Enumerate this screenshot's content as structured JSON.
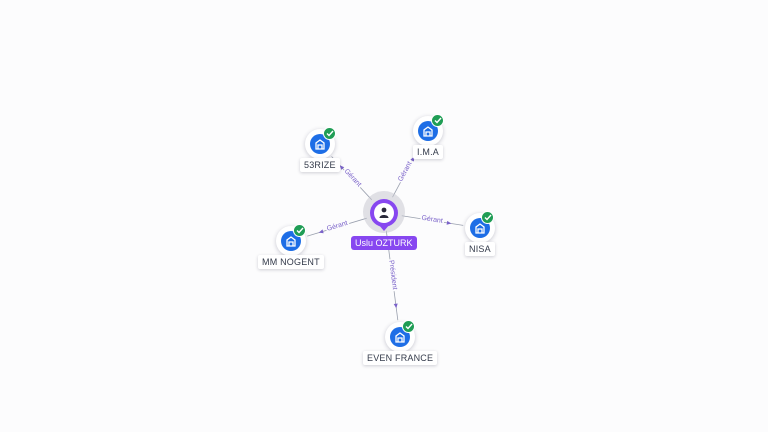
{
  "person": {
    "name": "Uslu OZTURK",
    "icon": "person-icon",
    "color": "#8747f0"
  },
  "companies": [
    {
      "id": "53rize",
      "name": "53RIZE",
      "role": "Gérant",
      "verified": true,
      "icon": "company-building-icon"
    },
    {
      "id": "ima",
      "name": "I.M.A",
      "role": "Gérant",
      "verified": true,
      "icon": "company-building-icon"
    },
    {
      "id": "nisa",
      "name": "NISA",
      "role": "Gérant",
      "verified": true,
      "icon": "company-building-icon"
    },
    {
      "id": "mm-nogent",
      "name": "MM NOGENT",
      "role": "Gérant",
      "verified": true,
      "icon": "company-building-icon"
    },
    {
      "id": "even-france",
      "name": "EVEN FRANCE",
      "role": "Président",
      "verified": true,
      "icon": "company-building-icon"
    }
  ],
  "colors": {
    "company_icon": "#1e6ee6",
    "verified_badge": "#1f9d55",
    "edge": "#9aa0ae",
    "edge_label": "#7a62c9"
  }
}
